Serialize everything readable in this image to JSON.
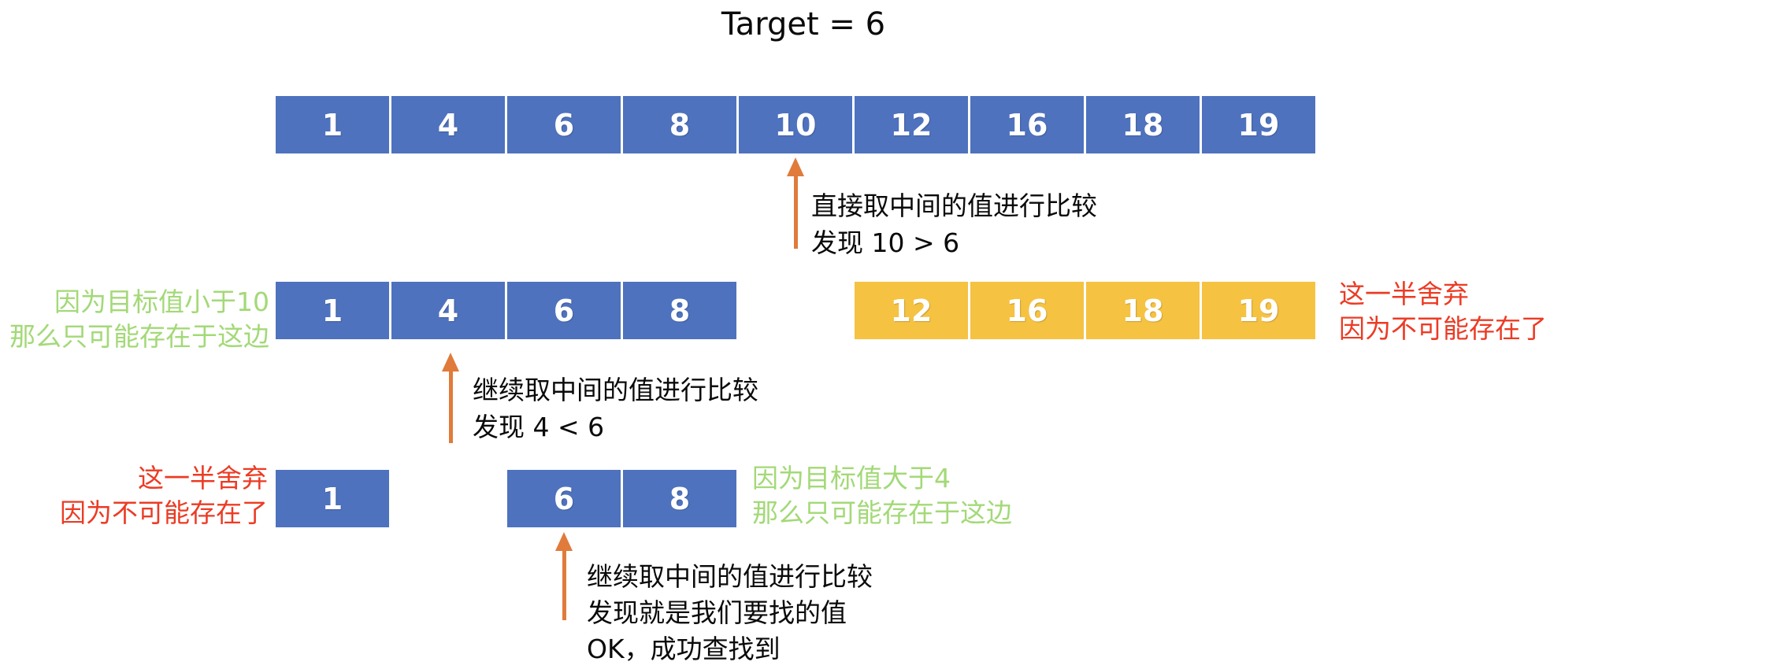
{
  "title": "Target = 6",
  "colors": {
    "cell_blue": "#4E72BE",
    "cell_gold": "#F5C242",
    "arrow_orange": "#E07B3B",
    "text_green": "#A3D977",
    "text_red": "#EC3B24"
  },
  "arrays": {
    "full": [
      "1",
      "4",
      "6",
      "8",
      "10",
      "12",
      "16",
      "18",
      "19"
    ],
    "left_half": [
      "1",
      "4",
      "6",
      "8"
    ],
    "right_half_discarded": [
      "12",
      "16",
      "18",
      "19"
    ],
    "single_discarded": [
      "1"
    ],
    "final_pair": [
      "6",
      "8"
    ]
  },
  "annotations": {
    "step1": {
      "lines": [
        "直接取中间的值进行比较",
        "发现 10 > 6"
      ]
    },
    "step2": {
      "lines": [
        "继续取中间的值进行比较",
        "发现 4 < 6"
      ]
    },
    "step3": {
      "lines": [
        "继续取中间的值进行比较",
        "发现就是我们要找的值",
        "OK，成功查找到"
      ]
    },
    "keep_left": {
      "lines": [
        "因为目标值小于10",
        "那么只可能存在于这边"
      ]
    },
    "discard_right": {
      "lines": [
        "这一半舍弃",
        "因为不可能存在了"
      ]
    },
    "discard_left": {
      "lines": [
        "这一半舍弃",
        "因为不可能存在了"
      ]
    },
    "keep_right": {
      "lines": [
        "因为目标值大于4",
        "那么只可能存在于这边"
      ]
    }
  }
}
